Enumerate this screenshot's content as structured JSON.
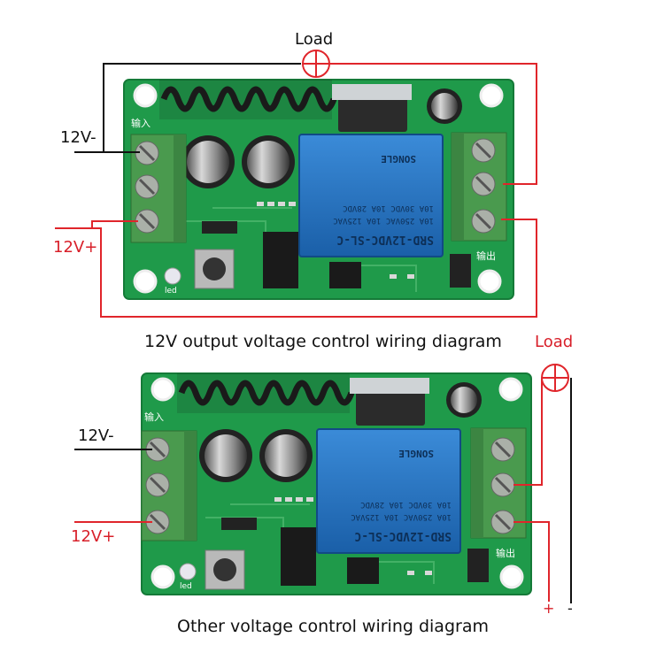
{
  "colors": {
    "wire_red": "#e0252b",
    "wire_black": "#111111",
    "pcb": "#1f9a4a",
    "terminal": "#4a9a4e",
    "relay": "#1e6fbf",
    "text_red": "#d8202a"
  },
  "diagram1": {
    "title": "12V output voltage control wiring diagram",
    "load_label": "Load",
    "neg_label": "12V-",
    "pos_label": "12V+",
    "relay_text": {
      "model": "SRD-12VDC-SL-C",
      "ratings": [
        "10A 250VAC  10A 125VAC",
        "10A 30VDC  10A 28VDC"
      ],
      "brand": "SONGLE"
    },
    "pcb_labels": {
      "input": "输入",
      "output": "输出",
      "led": "led"
    }
  },
  "diagram2": {
    "title": "Other voltage control wiring diagram",
    "load_label": "Load",
    "neg_label": "12V-",
    "pos_label": "12V+",
    "plus_label": "+",
    "minus_label": "-",
    "relay_text": {
      "model": "SRD-12VDC-SL-C",
      "ratings": [
        "10A 250VAC  10A 125VAC",
        "10A 30VDC  10A 28VDC"
      ],
      "brand": "SONGLE"
    },
    "pcb_labels": {
      "input": "输入",
      "output": "输出",
      "led": "led"
    }
  }
}
